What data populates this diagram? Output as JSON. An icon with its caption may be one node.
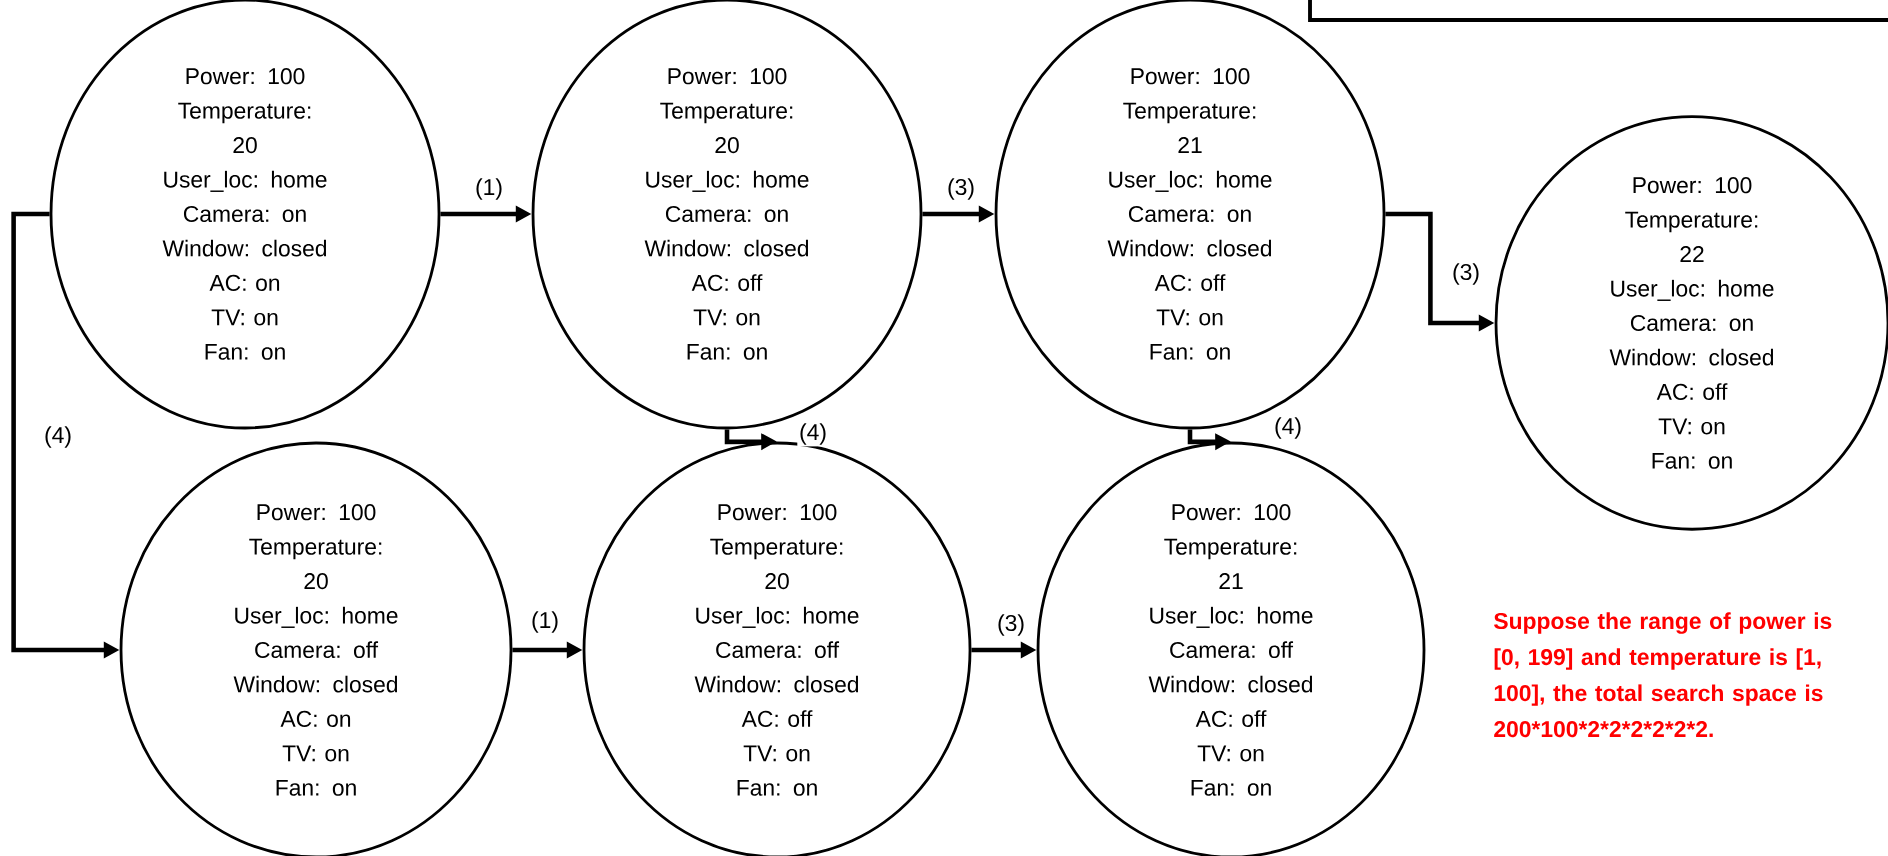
{
  "diagram": {
    "nodes": [
      {
        "text": [
          "Power: 100",
          "Temperature: 20",
          "User_loc: home",
          "Camera: on",
          "Window: closed",
          "AC: on",
          "TV: on",
          "Fan: on"
        ]
      },
      {
        "text": [
          "Power: 100",
          "Temperature: 20",
          "User_loc: home",
          "Camera: on",
          "Window: closed",
          "AC: off",
          "TV: on",
          "Fan: on"
        ]
      },
      {
        "text": [
          "Power: 100",
          "Temperature: 21",
          "User_loc: home",
          "Camera: on",
          "Window: closed",
          "AC: off",
          "TV: on",
          "Fan: on"
        ]
      },
      {
        "text": [
          "Power: 100",
          "Temperature: 22",
          "User_loc: home",
          "Camera: on",
          "Window: closed",
          "AC: off",
          "TV: on",
          "Fan: on"
        ]
      },
      {
        "text": [
          "Power: 100",
          "Temperature: 20",
          "User_loc: home",
          "Camera: off",
          "Window: closed",
          "AC: on",
          "TV: on",
          "Fan: on"
        ]
      },
      {
        "text": [
          "Power: 100",
          "Temperature: 20",
          "User_loc: home",
          "Camera: off",
          "Window: closed",
          "AC: off",
          "TV: on",
          "Fan: on"
        ]
      },
      {
        "text": [
          "Power: 100",
          "Temperature: 21",
          "User_loc: home",
          "Camera: off",
          "Window: closed",
          "AC: off",
          "TV: on",
          "Fan: on"
        ]
      }
    ],
    "edges": [
      {
        "from": 0,
        "to": 1,
        "arrow": "to",
        "label": "(1)"
      },
      {
        "from": 1,
        "to": 2,
        "arrow": "to",
        "label": "(3)"
      },
      {
        "from": 2,
        "to": 3,
        "arrow": "to",
        "label": "(3)"
      },
      {
        "from": 0,
        "to": 4,
        "arrow": "to",
        "label": "(4)"
      },
      {
        "from": 1,
        "to": 5,
        "arrow": "to",
        "label": "(4)"
      },
      {
        "from": 2,
        "to": 6,
        "arrow": "to",
        "label": "(4)"
      },
      {
        "from": 4,
        "to": 5,
        "arrow": "to",
        "label": "(1)"
      },
      {
        "from": 5,
        "to": 6,
        "arrow": "to",
        "label": "(3)"
      }
    ],
    "labels": [
      "Suppose the range of power is [0, 199] and temperature is [1, 100], the total search space is 200*100*2*2*2*2*2*2."
    ]
  }
}
